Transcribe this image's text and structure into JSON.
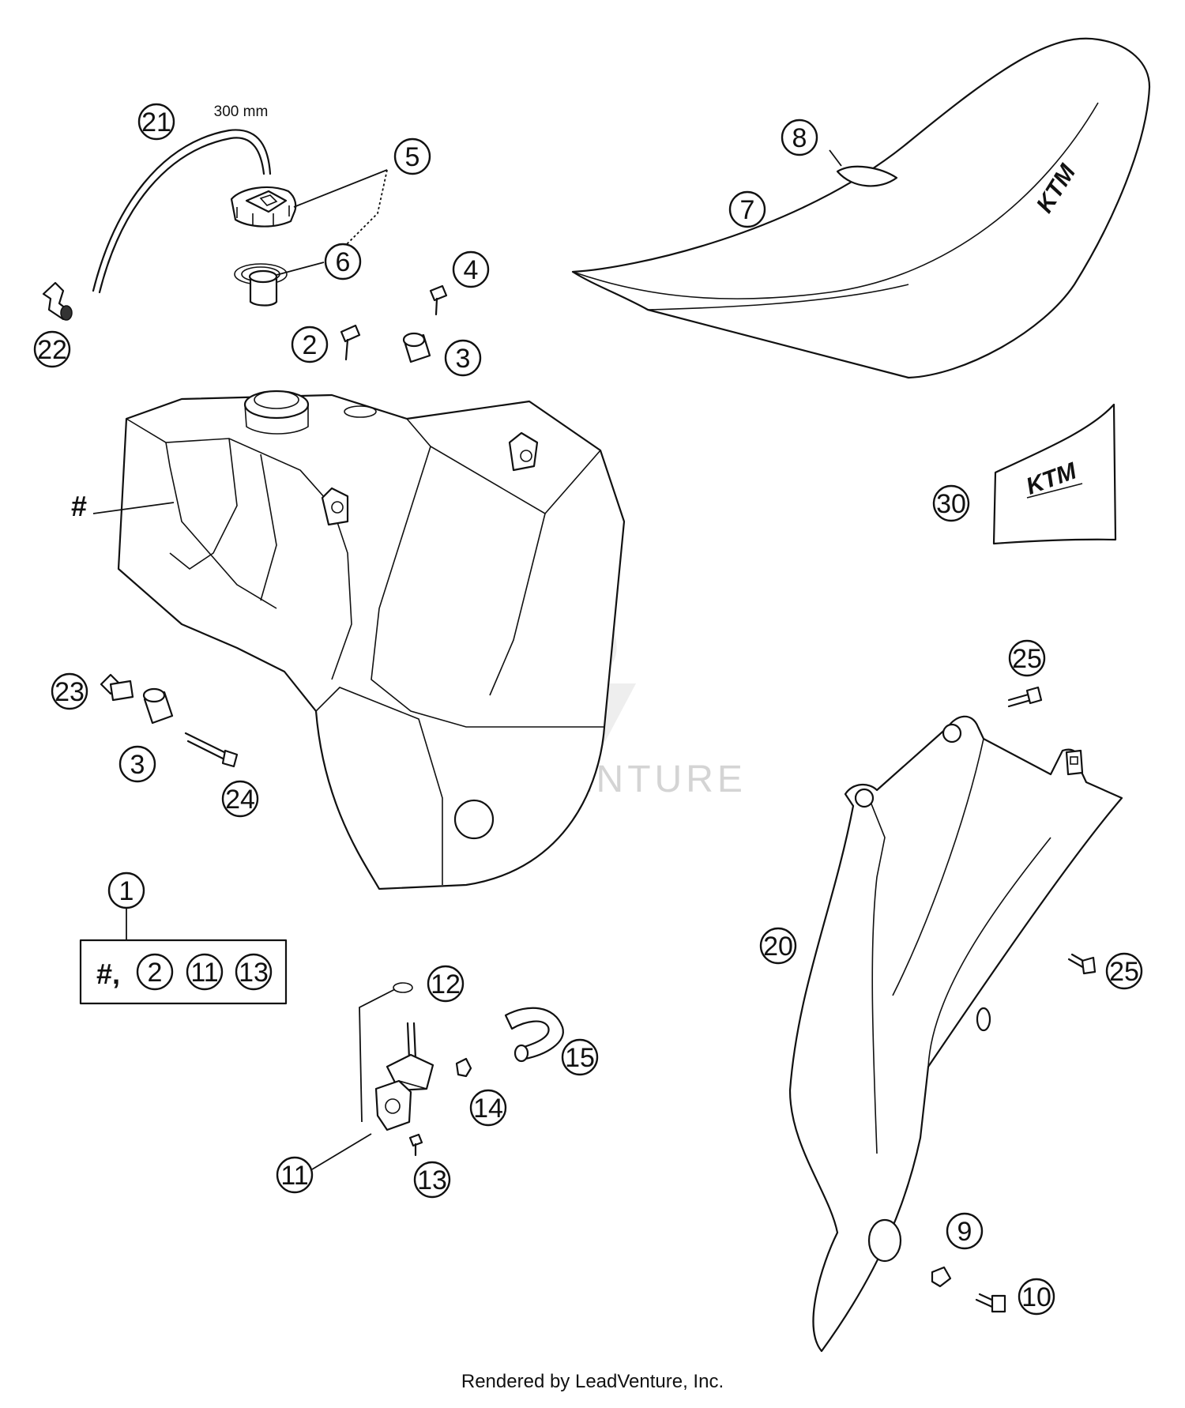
{
  "hose_length_label": "300 mm",
  "tank_marker": "#",
  "kit": {
    "marker": "#,",
    "items": [
      "2",
      "11",
      "13"
    ]
  },
  "callouts": [
    "1",
    "2",
    "3",
    "3",
    "4",
    "5",
    "6",
    "7",
    "8",
    "9",
    "10",
    "11",
    "12",
    "13",
    "14",
    "15",
    "20",
    "21",
    "22",
    "23",
    "24",
    "25",
    "25",
    "30"
  ],
  "seat_logo": "KTM",
  "decal_logo": "KTM",
  "watermark": "LEADVENTURE",
  "footer": "Rendered by LeadVenture, Inc."
}
